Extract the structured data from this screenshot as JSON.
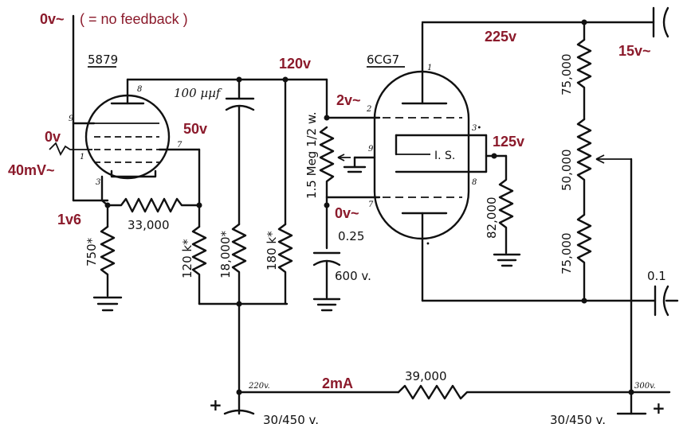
{
  "annotations": {
    "feedback_voltage": "0v~",
    "feedback_note": "( = no feedback )",
    "input_dc": "0v",
    "input_ac": "40mV~",
    "cathode_5879": "1v6",
    "plate_5879": "50v",
    "b_plus_mid": "120v",
    "grid_6cg7_ac": "2v~",
    "grid_6cg7_out": "0v~",
    "cathode_6cg7": "125v",
    "plate_6cg7": "225v",
    "output_ac": "15v~",
    "supply_current": "2mA"
  },
  "labels": {
    "tube1": "5879",
    "tube2": "6CG7",
    "cap_coupling": "100 µµf",
    "r_33k": "33,000",
    "r_750": "750*",
    "r_120k": "120 k*",
    "r_18k": "18,000*",
    "r_180k": "180 k*",
    "pot_1m5": "1.5 Meg 1/2 w.",
    "cap_025": "0.25",
    "cap_600v": "600 v.",
    "r_82k": "82,000",
    "r_75k_top": "75,000",
    "pot_50k": "50,000",
    "r_75k_bot": "75,000",
    "cap_01": "0.1",
    "r_39k": "39,000",
    "node_220v": "220v.",
    "node_300v": "300v.",
    "cap_left_rating": "30/450 v.",
    "cap_right_rating": "30/450 v.",
    "is_label": "I. S.",
    "plus_left": "+",
    "plus_right": "+"
  },
  "pins": {
    "t1_p9": "9",
    "t1_p8": "8",
    "t1_p1": "1",
    "t1_p7": "7",
    "t1_p3": "3",
    "t2_p1": "1",
    "t2_p2": "2",
    "t2_p3": "3•",
    "t2_p9": "9",
    "t2_p8": "8",
    "t2_p7": "7",
    "t2_pk": "•"
  }
}
